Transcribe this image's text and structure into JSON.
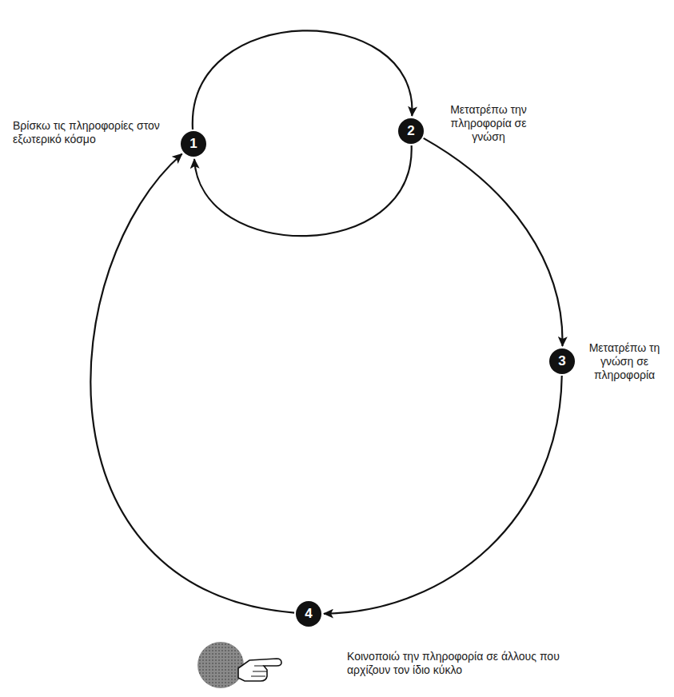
{
  "diagram": {
    "nodes": [
      {
        "text": [
          "1",
          "Βρίσκω τις πληροφορίες στον εξωτερικό κόσμο"
        ]
      },
      {
        "text": [
          "2",
          "Μετατρέπω την πληροφορία σε γνώση"
        ]
      },
      {
        "text": [
          "3",
          "Μετατρέπω τη γνώση σε πληροφορία"
        ]
      },
      {
        "text": [
          "4",
          "Κοινοποιώ την πληροφορία σε άλλους που αρχίζουν τον ίδιο κύκλο"
        ]
      }
    ],
    "edges": [
      {
        "from": 0,
        "to": 1,
        "arrow": "to"
      },
      {
        "from": 1,
        "to": 0,
        "arrow": "to"
      },
      {
        "from": 1,
        "to": 2,
        "arrow": "to"
      },
      {
        "from": 2,
        "to": 3,
        "arrow": "to"
      },
      {
        "from": 3,
        "to": 0,
        "arrow": "to"
      }
    ]
  }
}
